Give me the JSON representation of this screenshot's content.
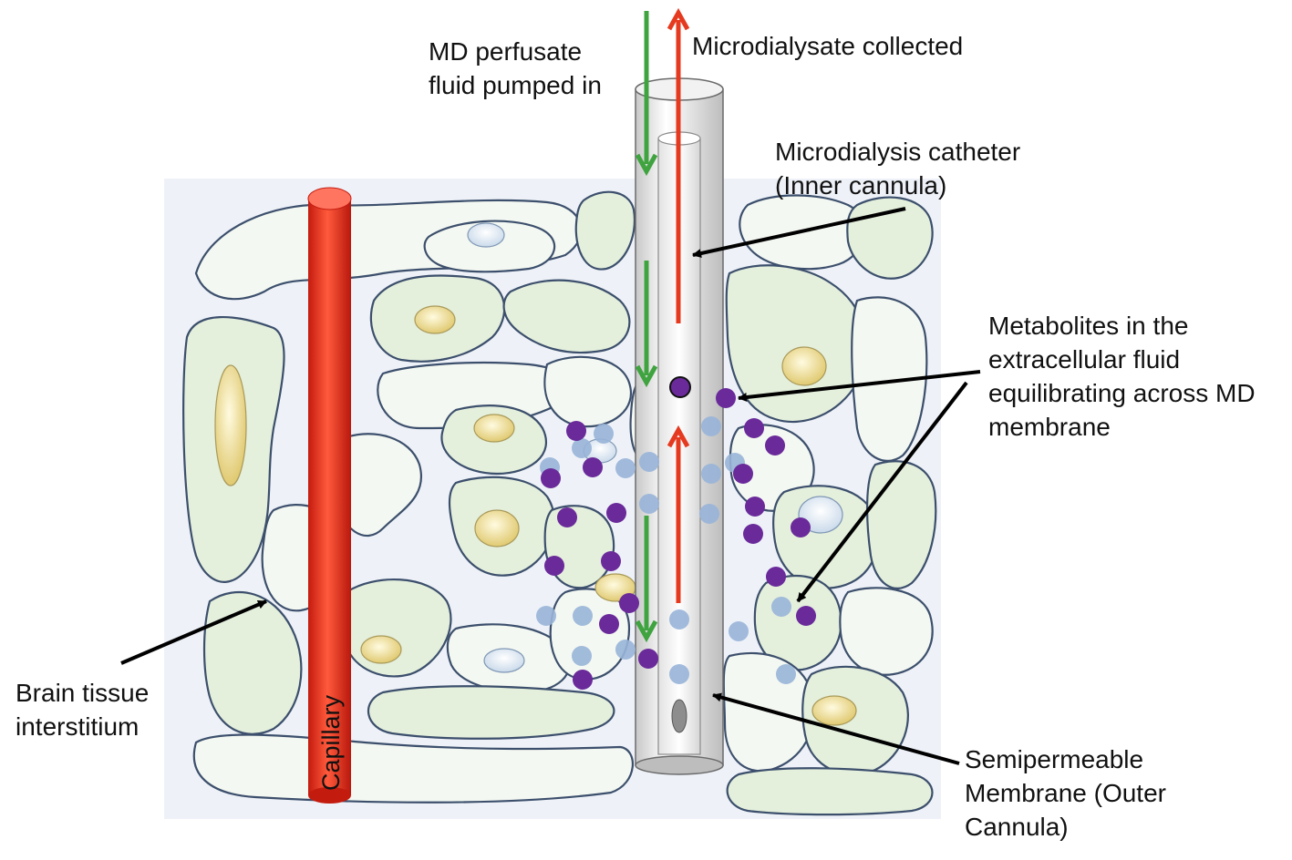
{
  "labels": {
    "perfusate": [
      "MD perfusate",
      "fluid pumped in"
    ],
    "collected": "Microdialysate collected",
    "catheter": [
      "Microdialysis catheter",
      "(Inner cannula)"
    ],
    "metabolites": [
      "Metabolites in the",
      "extracellular fluid",
      "equilibrating across MD",
      "membrane"
    ],
    "interstitium": [
      "Brain tissue",
      "interstitium"
    ],
    "membrane": [
      "Semipermeable",
      "Membrane (Outer",
      "Cannula)"
    ],
    "capillary": "Capillary"
  },
  "colors": {
    "capillary": "#e8321e",
    "inflow_arrow": "#3fa33f",
    "outflow_arrow": "#e53a20",
    "metabolite_dark": "#6a2a9a",
    "metabolite_light": "#98b4d8",
    "cell_fill": "#e4efdc",
    "cell_outline": "#3c4f6c",
    "tissue_background": "#eef2f8",
    "nucleus": "#f2e6a8"
  }
}
